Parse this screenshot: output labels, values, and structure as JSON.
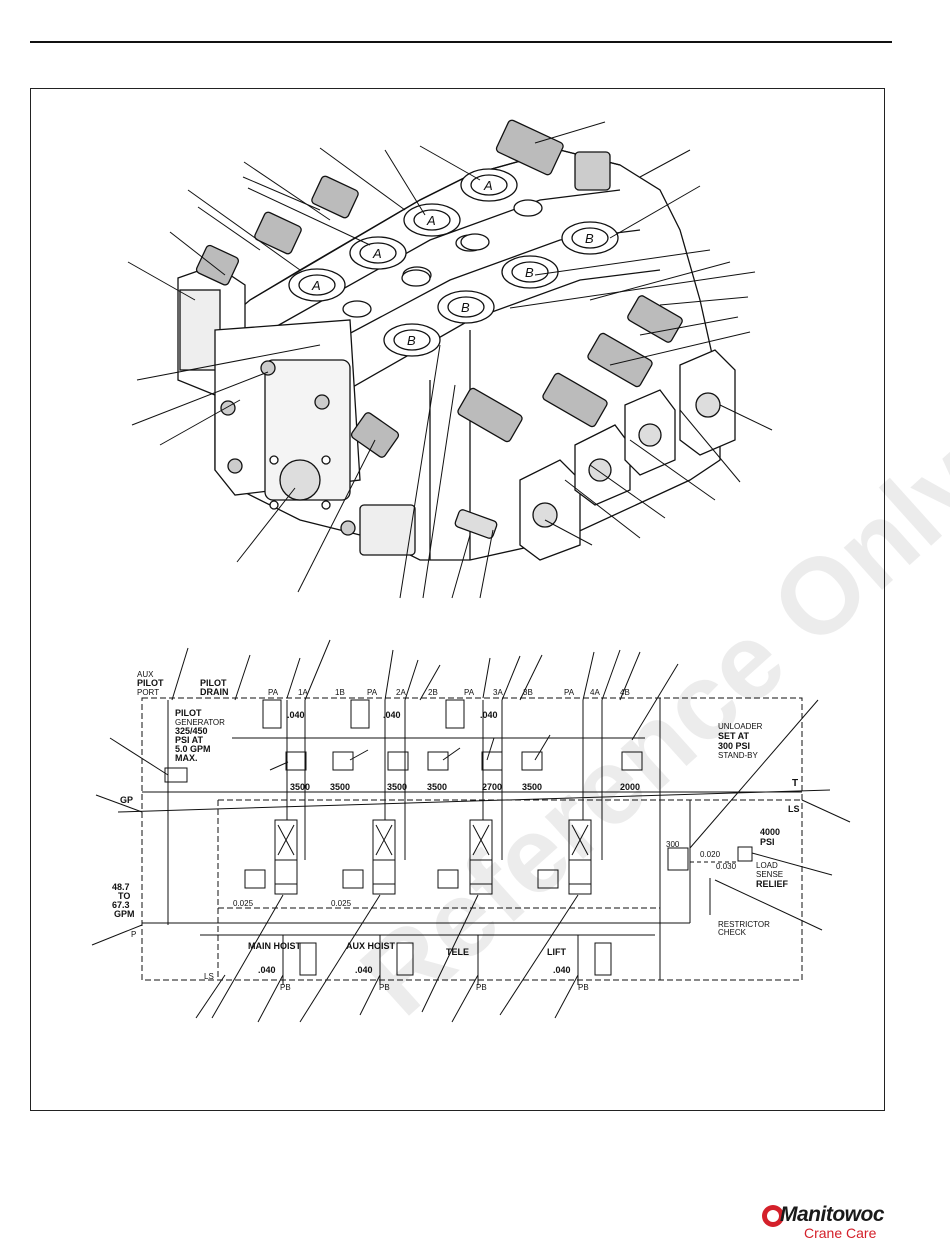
{
  "watermark": "Reference Only",
  "brand": {
    "name": "Manitowoc",
    "sub": "Crane Care",
    "accent": "#d4202a"
  },
  "valve_ports": [
    "A",
    "A",
    "A",
    "A",
    "B",
    "B",
    "B",
    "B"
  ],
  "schematic": {
    "aux_pilot_port": [
      "AUX",
      "PILOT",
      "PORT"
    ],
    "pilot_drain": [
      "PILOT",
      "DRAIN"
    ],
    "pilot_generator": [
      "PILOT",
      "GENERATOR",
      "325/450",
      "PSI AT",
      "5.0 GPM",
      "MAX."
    ],
    "gp": "GP",
    "p": "P",
    "t": "T",
    "ls": "LS",
    "flow": [
      "48.7",
      "TO",
      "67.3",
      "GPM"
    ],
    "section_ports": [
      "PA",
      "1A",
      "1B",
      "PA",
      "2A",
      "2B",
      "PA",
      "3A",
      "3B",
      "PA",
      "4A",
      "4B"
    ],
    "orifice": ".040",
    "reliefs": [
      "3500",
      "3500",
      "3500",
      "3500",
      "2700",
      "3500",
      "2000"
    ],
    "small_orifice": "0.025",
    "sections": [
      "MAIN HOIST",
      "AUX HOIST",
      "TELE",
      "LIFT"
    ],
    "pb": "PB",
    "unloader": [
      "UNLOADER",
      "SET AT",
      "300 PSI",
      "STAND-BY"
    ],
    "unloader_value": "300",
    "ls_relief": [
      "4000",
      "PSI",
      "LOAD",
      "SENSE",
      "RELIEF"
    ],
    "orifices_small": [
      "0.020",
      "0.030"
    ],
    "restrictor_check": [
      "RESTRICTOR",
      "CHECK"
    ]
  }
}
